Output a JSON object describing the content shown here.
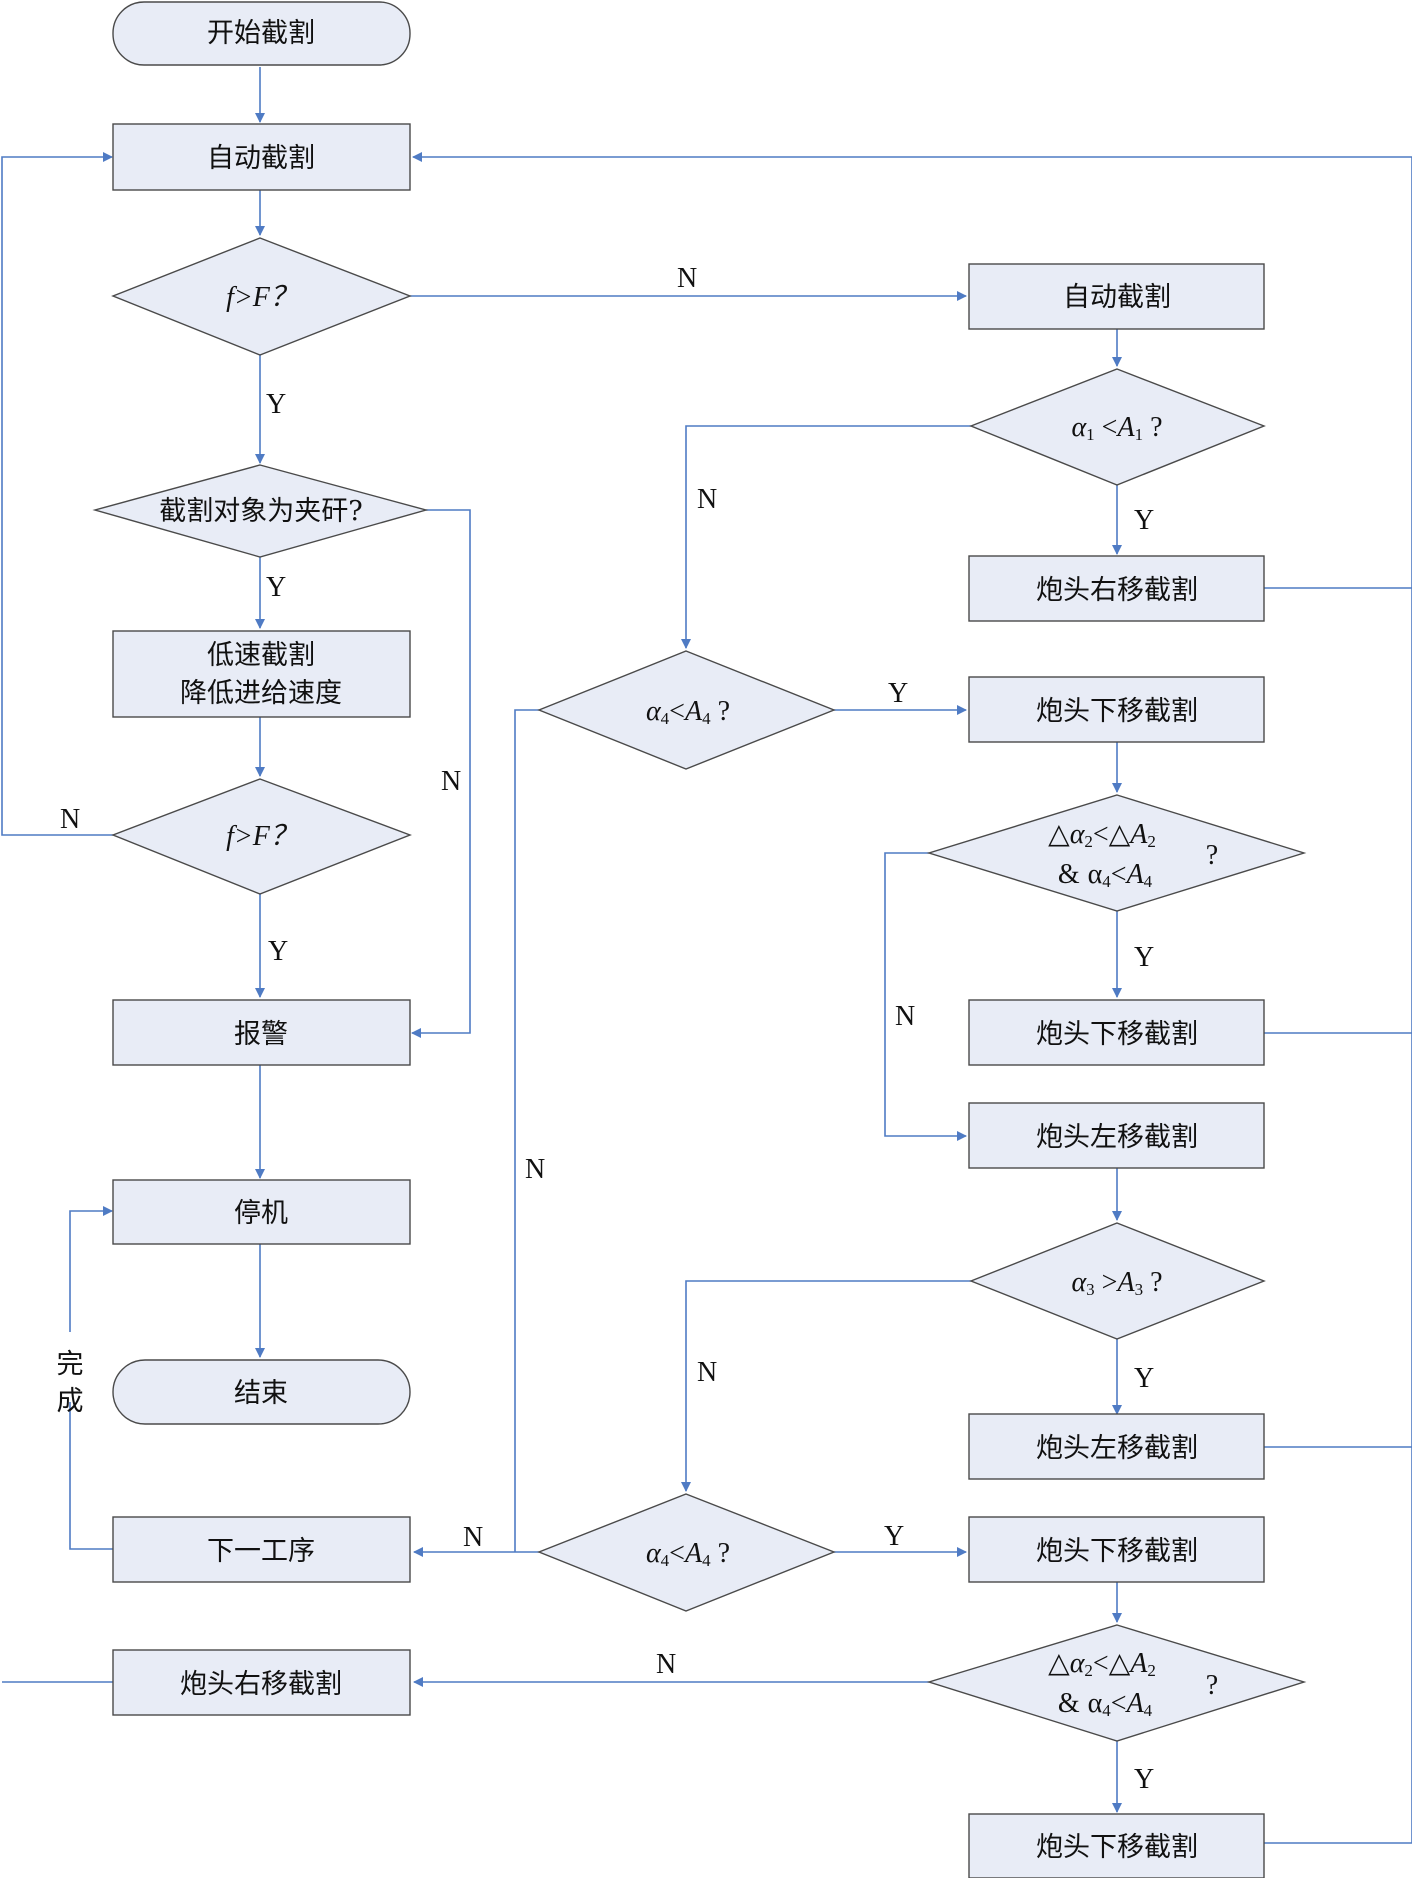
{
  "nodes": {
    "start": "开始截割",
    "auto_cut_main": "自动截割",
    "cond_f_F_1": "f>F？",
    "object_check": "截割对象为夹矸?",
    "low_speed_line1": "低速截割",
    "low_speed_line2": "降低进给速度",
    "cond_f_F_2": "f>F？",
    "alarm": "报警",
    "stop": "停机",
    "end": "结束",
    "next_process": "下一工序",
    "head_right_left": "炮头右移截割",
    "auto_cut_right": "自动截割",
    "cond_a1": {
      "a": "α",
      "a_sub": "1",
      "op": " <",
      "A": "A",
      "A_sub": "1",
      "q": " ?"
    },
    "head_right": "炮头右移截割",
    "cond_a4_top": {
      "a": "α",
      "a_sub": "4",
      "op": "<",
      "A": "A",
      "A_sub": "4",
      "q": " ?"
    },
    "head_down_1": "炮头下移截割",
    "cond_delta_top": {
      "d1": "△",
      "a": "α",
      "a_sub": "2",
      "op": "<△",
      "A": "A",
      "A_sub": "2",
      "amp": "&",
      "a4": "α",
      "a4_sub": "4",
      "op2": "<",
      "A4": "A",
      "A4_sub": "4",
      "q": "?"
    },
    "head_down_2": "炮头下移截割",
    "head_left_1": "炮头左移截割",
    "cond_a3": {
      "a": "α",
      "a_sub": "3",
      "op": " >",
      "A": "A",
      "A_sub": "3",
      "q": " ?"
    },
    "head_left_2": "炮头左移截割",
    "cond_a4_bottom": {
      "a": "α",
      "a_sub": "4",
      "op": "<",
      "A": "A",
      "A_sub": "4",
      "q": " ?"
    },
    "head_down_3": "炮头下移截割",
    "cond_delta_bottom": {
      "d1": "△",
      "a": "α",
      "a_sub": "2",
      "op": "<△",
      "A": "A",
      "A_sub": "2",
      "amp": "&",
      "a4": "α",
      "a4_sub": "4",
      "op2": "<",
      "A4": "A",
      "A4_sub": "4",
      "q": "?"
    },
    "head_down_4": "炮头下移截割"
  },
  "labels": {
    "n": "N",
    "y": "Y",
    "done_1": "完",
    "done_2": "成"
  }
}
